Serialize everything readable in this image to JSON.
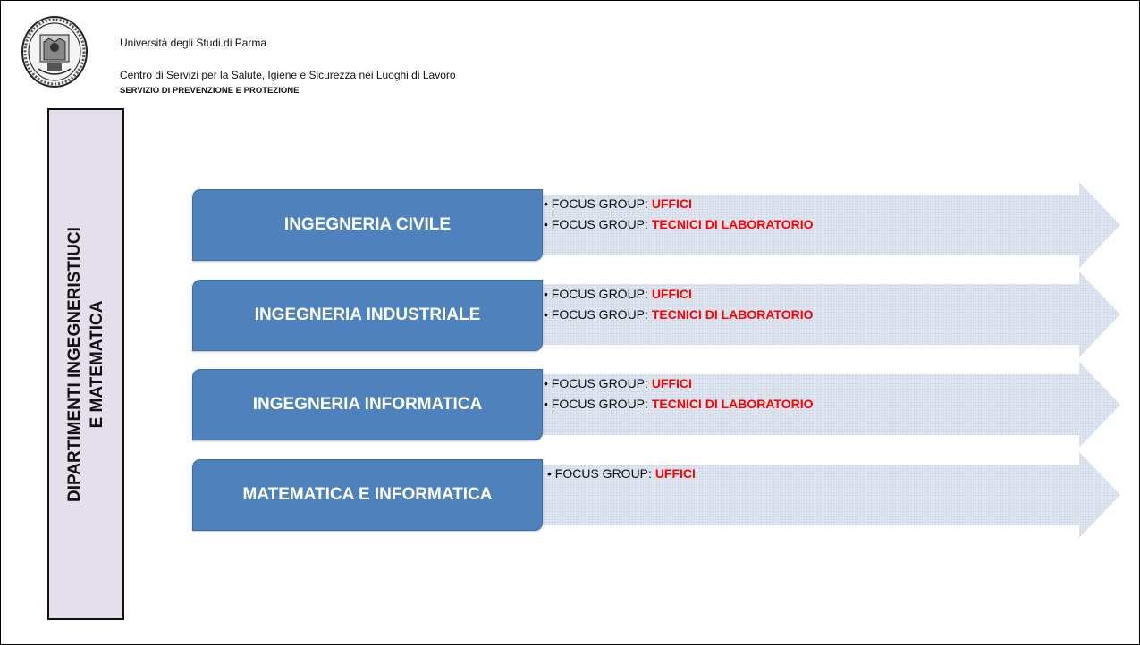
{
  "header": {
    "university": "Università degli Studi di Parma",
    "centre": "Centro di Servizi per la Salute, Igiene e Sicurezza nei Luoghi di Lavoro",
    "service": "SERVIZIO DI PREVENZIONE E PROTEZIONE",
    "logo_icon": "university-seal-icon"
  },
  "sidebar": {
    "line1": "DIPARTIMENTI INGEGNERISTIUCI",
    "line2": "E MATEMATICA"
  },
  "colors": {
    "dept_box": "#4f81bd",
    "arrow_fill": "#dde4ef",
    "highlight": "#ff0000",
    "sidebar_fill": "#e5dfec"
  },
  "bullet_prefix": "FOCUS GROUP: ",
  "departments": [
    {
      "name": "INGEGNERIA CIVILE",
      "groups": [
        "UFFICI",
        "TECNICI DI LABORATORIO"
      ]
    },
    {
      "name": "INGEGNERIA INDUSTRIALE",
      "groups": [
        "UFFICI",
        "TECNICI DI LABORATORIO"
      ]
    },
    {
      "name": "INGEGNERIA INFORMATICA",
      "groups": [
        "UFFICI",
        "TECNICI DI LABORATORIO"
      ]
    },
    {
      "name": "MATEMATICA E INFORMATICA",
      "groups": [
        "UFFICI"
      ]
    }
  ]
}
